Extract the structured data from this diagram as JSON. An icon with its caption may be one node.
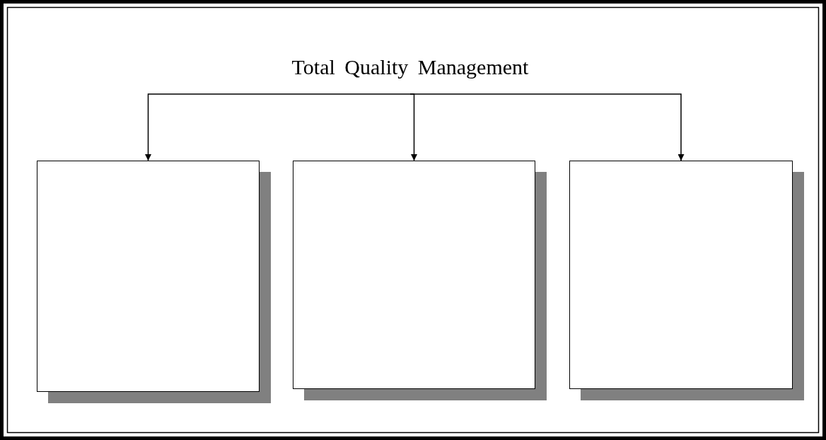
{
  "diagram": {
    "nodes": [
      {
        "text": [
          "Total Quality Management"
        ]
      },
      {
        "text": [],
        "shape": "box"
      },
      {
        "text": [],
        "shape": "box"
      },
      {
        "text": [],
        "shape": "box"
      }
    ],
    "edges": [
      {
        "from": 0,
        "to": 1,
        "arrow": "to"
      },
      {
        "from": 0,
        "to": 2,
        "arrow": "to"
      },
      {
        "from": 0,
        "to": 3,
        "arrow": "to"
      }
    ]
  }
}
